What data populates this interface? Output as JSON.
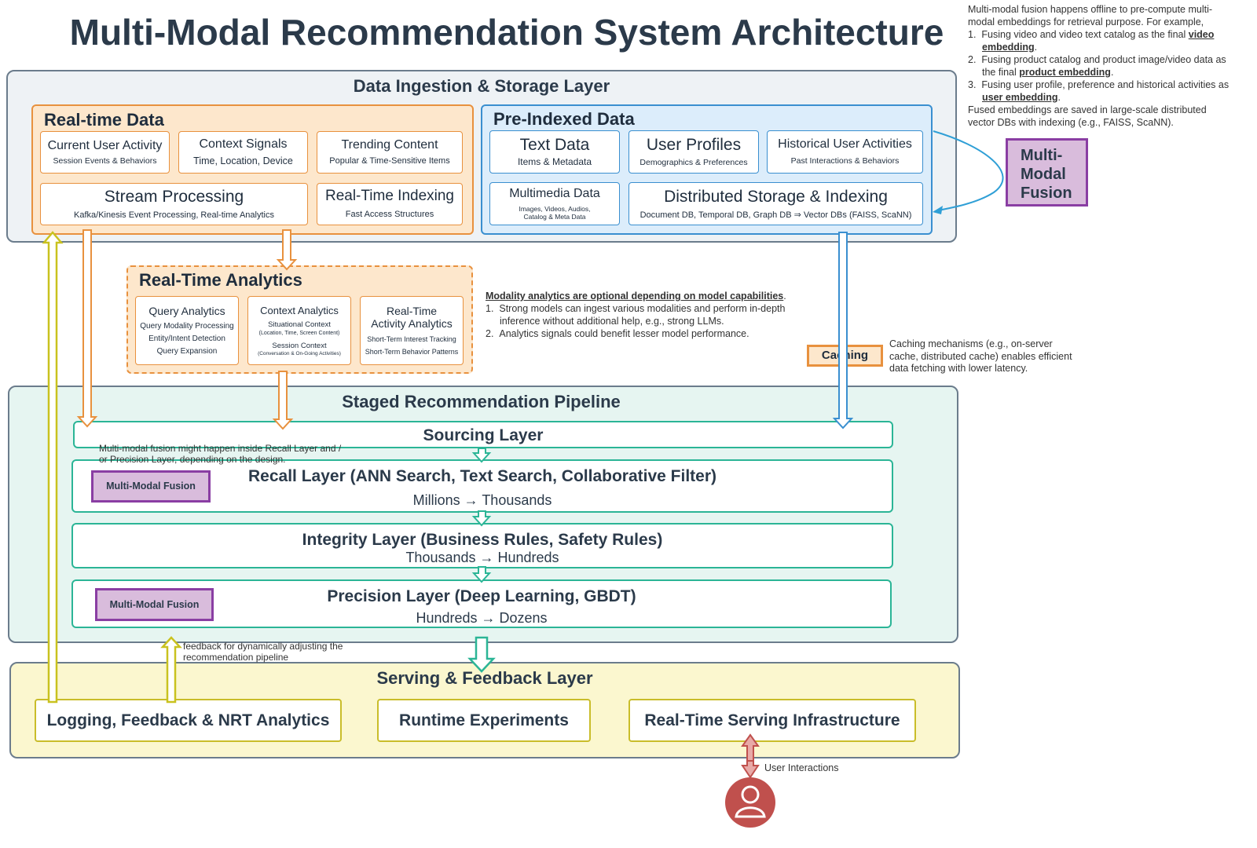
{
  "title": "Multi-Modal Recommendation System Architecture",
  "fusion_note": {
    "intro": "Multi-modal fusion happens offline to pre-compute multi-modal embeddings for retrieval purpose. For example,",
    "items": [
      {
        "text": "Fusing video and video text catalog as the final ",
        "bold": "video embedding",
        "end": "."
      },
      {
        "text": "Fusing product catalog and product image/video data as the final ",
        "bold": "product embedding",
        "end": "."
      },
      {
        "text": "Fusing user profile, preference and historical activities as ",
        "bold": "user embedding",
        "end": "."
      }
    ],
    "outro": "Fused embeddings are saved in large-scale distributed vector DBs with indexing (e.g., FAISS, ScaNN)."
  },
  "ingestion": {
    "title": "Data Ingestion & Storage Layer",
    "realtime": {
      "title": "Real-time Data",
      "cards": [
        {
          "title": "Current User Activity",
          "sub": "Session Events & Behaviors"
        },
        {
          "title": "Context Signals",
          "sub": "Time, Location, Device"
        },
        {
          "title": "Trending Content",
          "sub": "Popular & Time-Sensitive Items"
        },
        {
          "title": "Stream Processing",
          "sub": "Kafka/Kinesis Event Processing, Real-time Analytics"
        },
        {
          "title": "Real-Time Indexing",
          "sub": "Fast Access Structures"
        }
      ]
    },
    "preindexed": {
      "title": "Pre-Indexed Data",
      "cards": [
        {
          "title": "Text Data",
          "sub": "Items & Metadata"
        },
        {
          "title": "User Profiles",
          "sub": "Demographics & Preferences"
        },
        {
          "title": "Historical User Activities",
          "sub": "Past Interactions & Behaviors"
        },
        {
          "title": "Multimedia Data",
          "sub": "Images, Videos, Audios,",
          "sub2": "Catalog & Meta Data"
        },
        {
          "title": "Distributed Storage & Indexing",
          "sub": "Document DB, Temporal DB, Graph DB ⇒ Vector DBs (FAISS, ScaNN)"
        }
      ]
    }
  },
  "fusion_box": {
    "line1": "Multi-",
    "line2": "Modal",
    "line3": "Fusion"
  },
  "analytics": {
    "title": "Real-Time Analytics",
    "cards": [
      {
        "title": "Query Analytics",
        "lines": [
          "Query Modality Processing",
          "Entity/Intent Detection",
          "Query Expansion"
        ]
      },
      {
        "title": "Context Analytics",
        "l1": "Situational Context",
        "l1s": "(Location, Time, Screen Content)",
        "l2": "Session Context",
        "l2s": "(Conversation & On-Going Activities)"
      },
      {
        "title1": "Real-Time",
        "title2": "Activity Analytics",
        "lines": [
          "Short-Term Interest Tracking",
          "Short-Term Behavior Patterns"
        ]
      }
    ]
  },
  "modality_note": {
    "heading": "Modality analytics are optional depending on model capabilities",
    "items": [
      "Strong models can ingest various modalities and perform in-depth inference without additional help, e.g., strong LLMs.",
      "Analytics signals could benefit lesser model performance."
    ]
  },
  "caching": {
    "label": "Caching",
    "note": "Caching mechanisms (e.g., on-server cache, distributed cache) enables efficient data fetching with lower latency."
  },
  "pipeline": {
    "title": "Staged Recommendation Pipeline",
    "note": "Multi-modal fusion might happen inside Recall Layer and / or Precision Layer, depending on the design.",
    "mmf_label": "Multi-Modal Fusion",
    "stages": [
      {
        "title": "Sourcing Layer",
        "sub": ""
      },
      {
        "title": "Recall Layer (ANN Search, Text Search, Collaborative Filter)",
        "sub": "Millions → Thousands"
      },
      {
        "title": "Integrity Layer (Business Rules, Safety Rules)",
        "sub": "Thousands → Hundreds"
      },
      {
        "title": "Precision Layer (Deep Learning, GBDT)",
        "sub": "Hundreds → Dozens"
      }
    ]
  },
  "feedback_note": "feedback for dynamically adjusting the recommendation pipeline",
  "serving": {
    "title": "Serving & Feedback Layer",
    "boxes": [
      "Logging, Feedback & NRT Analytics",
      "Runtime Experiments",
      "Real-Time Serving Infrastructure"
    ]
  },
  "user_interactions": "User Interactions",
  "colors": {
    "orange": "#e8913e",
    "blue": "#3a8fd0",
    "teal": "#2bb596",
    "yellow": "#c9bd2a",
    "purple": "#8a3ea3",
    "red": "#c0504d"
  }
}
